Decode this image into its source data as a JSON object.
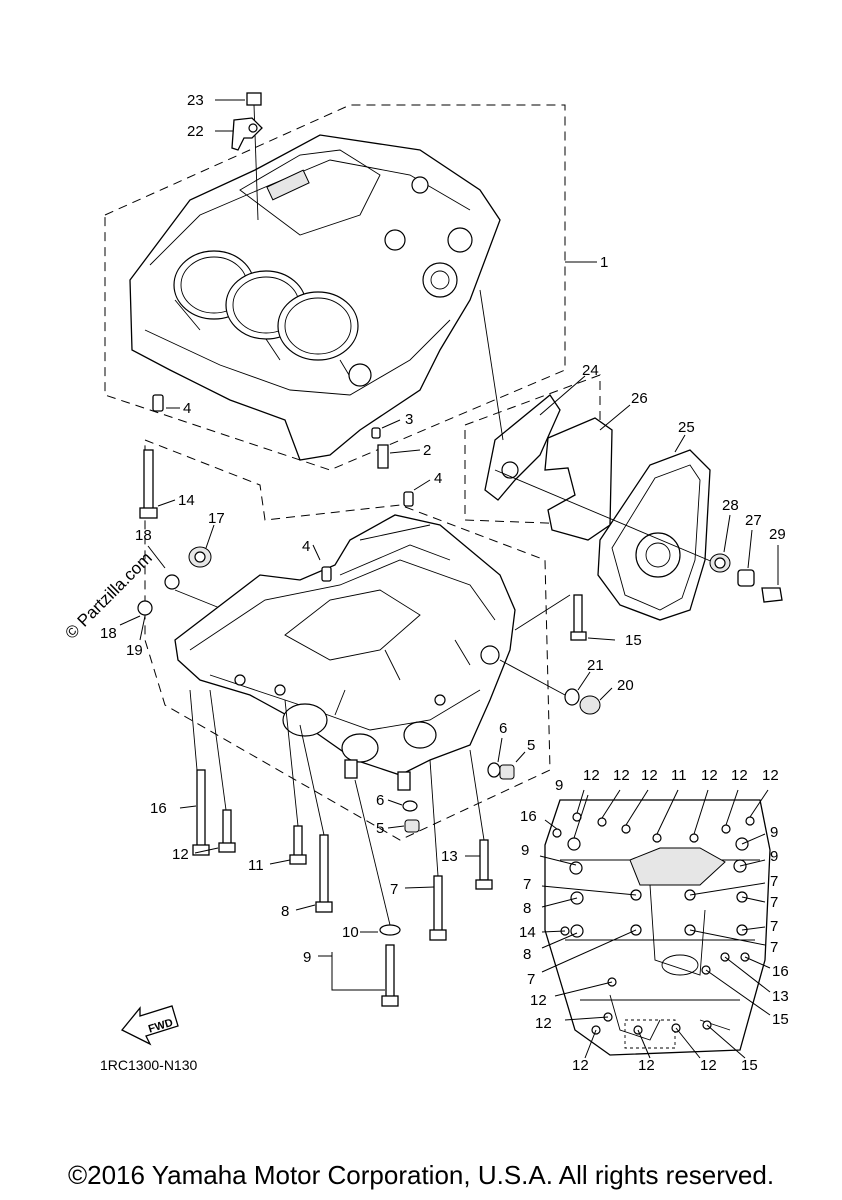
{
  "diagram": {
    "code": "1RC1300-N130",
    "fwd_label": "FWD",
    "watermark": "© Partzilla.com",
    "callouts": {
      "c23": "23",
      "c22": "22",
      "c1": "1",
      "c4a": "4",
      "c3": "3",
      "c2": "2",
      "c24": "24",
      "c26": "26",
      "c25": "25",
      "c28": "28",
      "c27": "27",
      "c29": "29",
      "c14a": "14",
      "c18a": "18",
      "c17": "17",
      "c18b": "18",
      "c19": "19",
      "c4b": "4",
      "c4c": "4",
      "c15a": "15",
      "c21": "21",
      "c20": "20",
      "c6a": "6",
      "c5a": "5",
      "c16a": "16",
      "c6b": "6",
      "c5b": "5",
      "c12a": "12",
      "c11a": "11",
      "c13a": "13",
      "c7a": "7",
      "c8a": "8",
      "c9a": "9",
      "c10": "10",
      "i9t": "9",
      "i12a": "12",
      "i12b": "12",
      "i12c": "12",
      "i11": "11",
      "i12d": "12",
      "i12e": "12",
      "i12f": "12",
      "i16a": "16",
      "i9r1": "9",
      "i9l": "9",
      "i9r2": "9",
      "i7l1": "7",
      "i7r1": "7",
      "i8l1": "8",
      "i7r2": "7",
      "i14": "14",
      "i8l2": "8",
      "i7r3": "7",
      "i7r4": "7",
      "i7l2": "7",
      "i16b": "16",
      "i12g": "12",
      "i13": "13",
      "i12h": "12",
      "i15a": "15",
      "i12i": "12",
      "i12j": "12",
      "i12k": "12",
      "i15b": "15"
    }
  },
  "footer": {
    "copyright": "©2016 Yamaha Motor Corporation, U.S.A. All rights reserved."
  }
}
